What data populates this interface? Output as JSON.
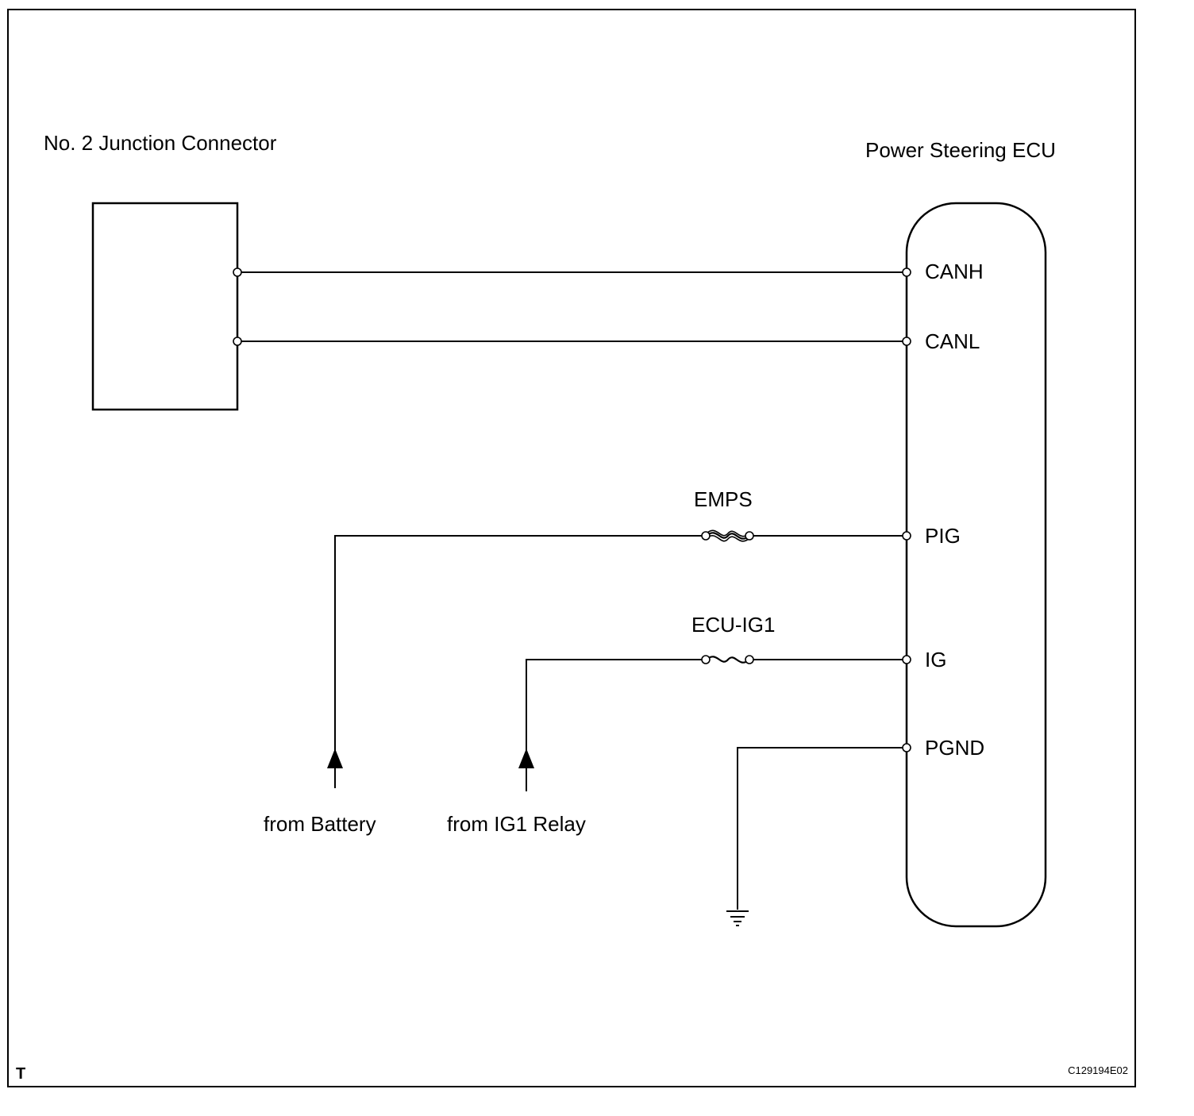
{
  "junction": {
    "title": "No. 2 Junction Connector"
  },
  "ecu": {
    "title": "Power Steering ECU",
    "pins": [
      "CANH",
      "CANL",
      "PIG",
      "IG",
      "PGND"
    ]
  },
  "fuses": {
    "emps": "EMPS",
    "ecu_ig1": "ECU-IG1"
  },
  "sources": {
    "battery": "from Battery",
    "ig1_relay": "from IG1 Relay"
  },
  "footer": {
    "corner_mark": "T",
    "figure_code": "C129194E02"
  }
}
